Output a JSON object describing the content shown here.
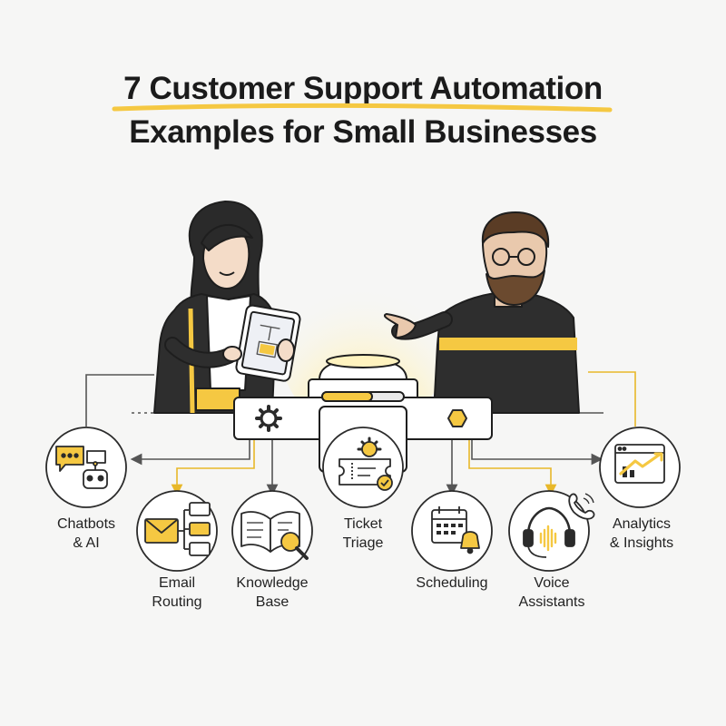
{
  "title": {
    "line1": "7 Customer Support Automation",
    "line2": "Examples for Small Businesses"
  },
  "colors": {
    "accent": "#f5c842",
    "dark": "#2b2b2b",
    "background": "#f6f6f5"
  },
  "examples": [
    {
      "line1": "Chatbots",
      "line2": "& AI",
      "icon": "chatbot-robot-icon"
    },
    {
      "line1": "Email",
      "line2": "Routing",
      "icon": "email-routing-icon"
    },
    {
      "line1": "Knowledge",
      "line2": "Base",
      "icon": "book-magnifier-icon"
    },
    {
      "line1": "Ticket",
      "line2": "Triage",
      "icon": "ticket-gear-icon"
    },
    {
      "line1": "Scheduling",
      "line2": "",
      "icon": "calendar-bell-icon"
    },
    {
      "line1": "Voice",
      "line2": "Assistants",
      "icon": "headset-phone-icon"
    },
    {
      "line1": "Analytics",
      "line2": "& Insights",
      "icon": "analytics-chart-icon"
    }
  ]
}
